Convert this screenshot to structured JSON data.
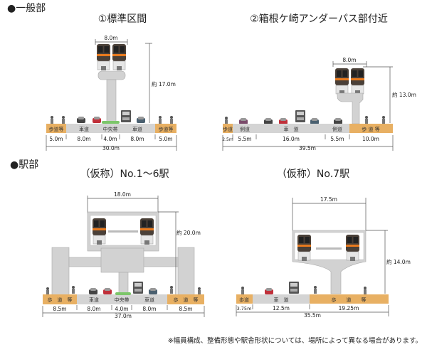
{
  "sections": {
    "general": "●一般部",
    "station": "●駅部"
  },
  "panels": [
    {
      "title": "①標準区間",
      "width_top": "8.0m",
      "height": "約 17.0m",
      "lanes": [
        "歩道等",
        "車道",
        "中央帯",
        "車道",
        "歩道等"
      ],
      "widths": [
        "5.0m",
        "8.0m",
        "4.0m",
        "8.0m",
        "5.0m"
      ],
      "total": "30.0m"
    },
    {
      "title": "②箱根ケ崎アンダーパス部付近",
      "width_top": "8.0m",
      "height": "約 13.0m",
      "lanes": [
        "歩道",
        "側道",
        "車　道",
        "側道",
        "歩 道 等"
      ],
      "widths": [
        "2.5m",
        "5.5m",
        "16.0m",
        "5.5m",
        "10.0m"
      ],
      "total": "39.5m"
    },
    {
      "title": "（仮称）No.1～6駅",
      "width_top": "18.0m",
      "height": "約 20.0m",
      "lanes": [
        "歩　道　等",
        "車道",
        "中央帯",
        "車道",
        "歩　道　等"
      ],
      "widths": [
        "8.5m",
        "8.0m",
        "4.0m",
        "8.0m",
        "8.5m"
      ],
      "total": "37.0m"
    },
    {
      "title": "（仮称）No.7駅",
      "width_top": "17.5m",
      "height": "約 14.0m",
      "lanes": [
        "歩道",
        "車　道",
        "歩　　道　　等"
      ],
      "widths": [
        "3.75m",
        "12.5m",
        "19.25m"
      ],
      "total": "35.5m"
    }
  ],
  "footnote": "※幅員構成、整備形態や駅舎形状については、場所によって異なる場合があります。",
  "colors": {
    "sidewalk": "#e8b063",
    "road": "#d4d4d4",
    "median": "#7cc66a",
    "train_stripe": "#e87a1e"
  }
}
